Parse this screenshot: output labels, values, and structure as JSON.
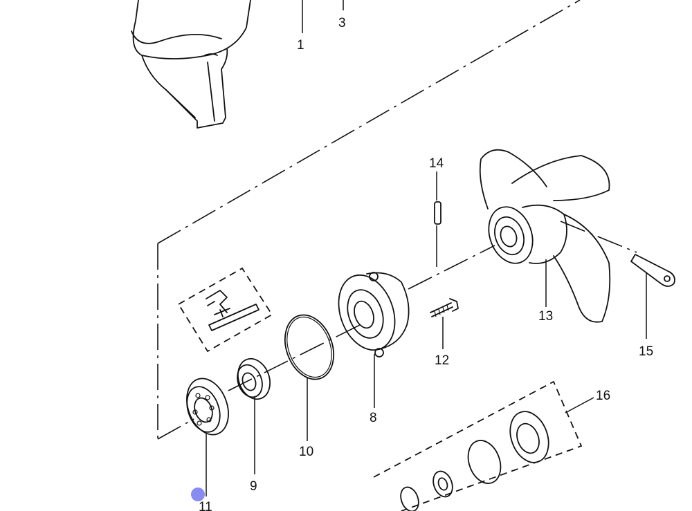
{
  "callouts": {
    "p1": "1",
    "p3": "3",
    "p8": "8",
    "p9": "9",
    "p10": "10",
    "p11": "11",
    "p12": "12",
    "p13": "13",
    "p14": "14",
    "p15": "15",
    "p16": "16"
  },
  "colors": {
    "ink": "#111111",
    "background": "#ffffff",
    "pointer": "#7b7ef0"
  }
}
